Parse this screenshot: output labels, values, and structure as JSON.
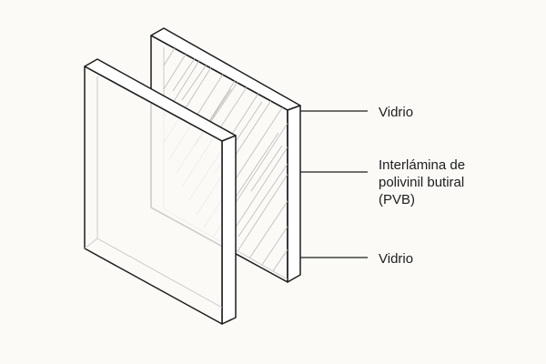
{
  "labels": {
    "glass_front": "Vidrio",
    "interlayer": [
      "Interlámina de",
      "polivinil butiral",
      "(PVB)"
    ],
    "glass_back": "Vidrio"
  },
  "colors": {
    "background": "#fbfaf7",
    "stroke": "#1d1d1d",
    "hatch": "#b9b9b9",
    "panel_edge_fill": "#ffffff"
  }
}
